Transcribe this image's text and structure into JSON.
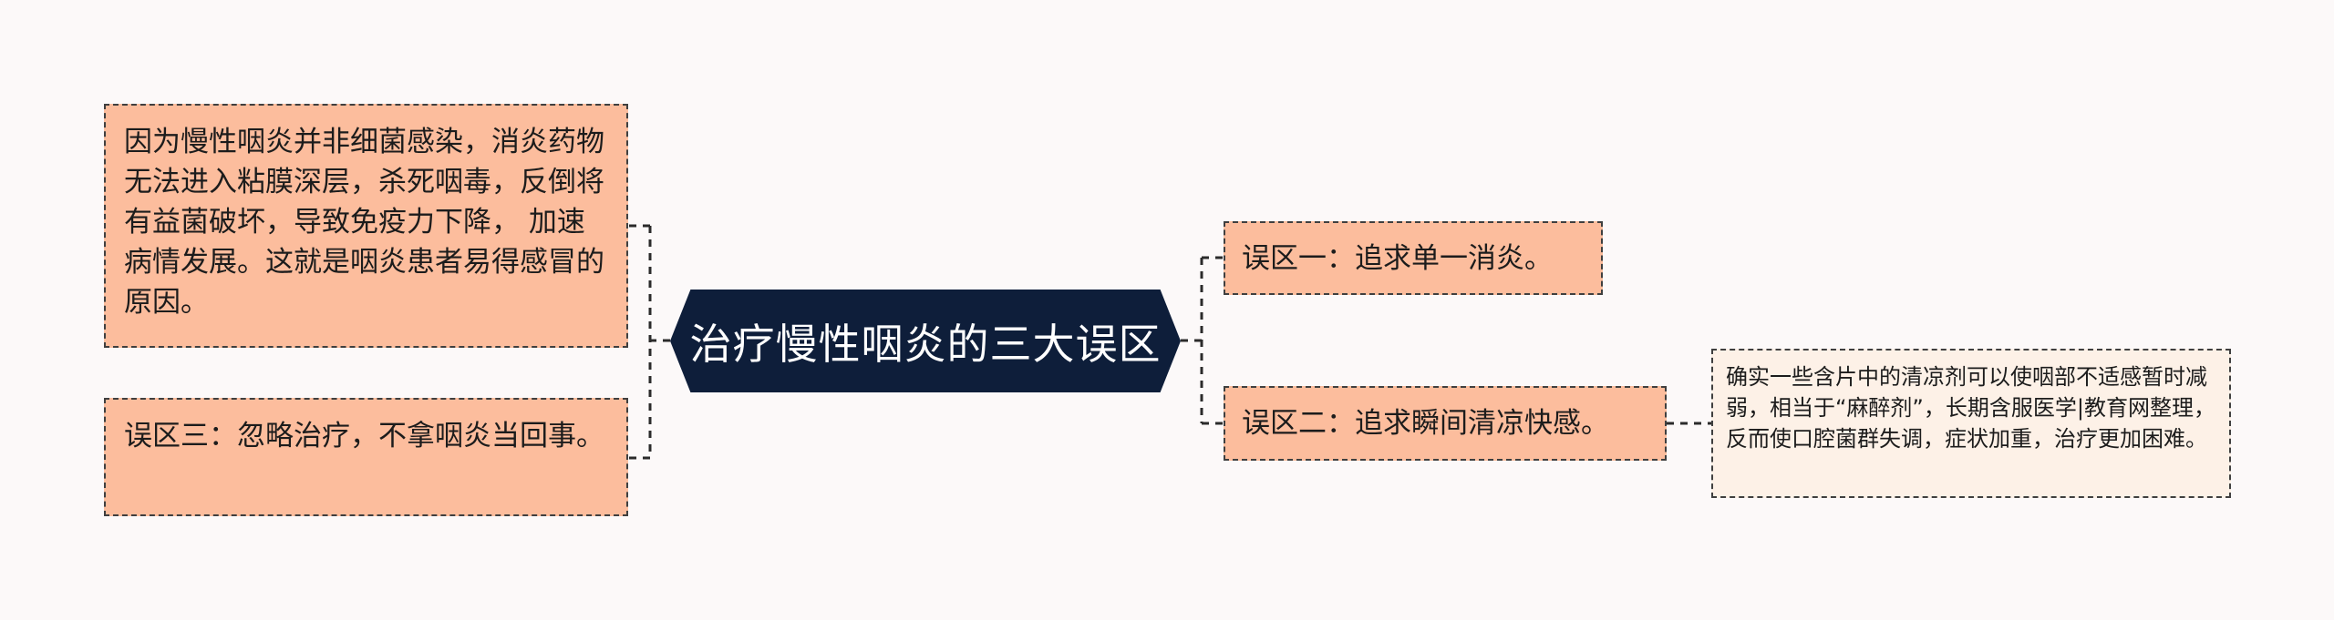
{
  "root": {
    "title": "治疗慢性咽炎的三大误区"
  },
  "branches": {
    "left_1": "因为慢性咽炎并非细菌感染，消炎药物无法进入粘膜深层，杀死咽毒，反倒将有益菌破坏，导致免疫力下降， 加速病情发展。这就是咽炎患者易得感冒的原因。",
    "left_2": "误区三：忽略治疗，不拿咽炎当回事。",
    "right_1": "误区一：追求单一消炎。",
    "right_2": "误区二：追求瞬间清凉快感。",
    "right_2_detail": "确实一些含片中的清凉剂可以使咽部不适感暂时减弱，相当于“麻醉剂”，长期含服医学|教育网整理，反而使口腔菌群失调，症状加重，治疗更加困难。"
  },
  "colors": {
    "root_bg": "#0e1e3a",
    "main_node_bg": "#fcbd9d",
    "sub_node_bg": "#fdf1e7",
    "connector": "#2b2b2b",
    "background": "#fcf9f9"
  }
}
